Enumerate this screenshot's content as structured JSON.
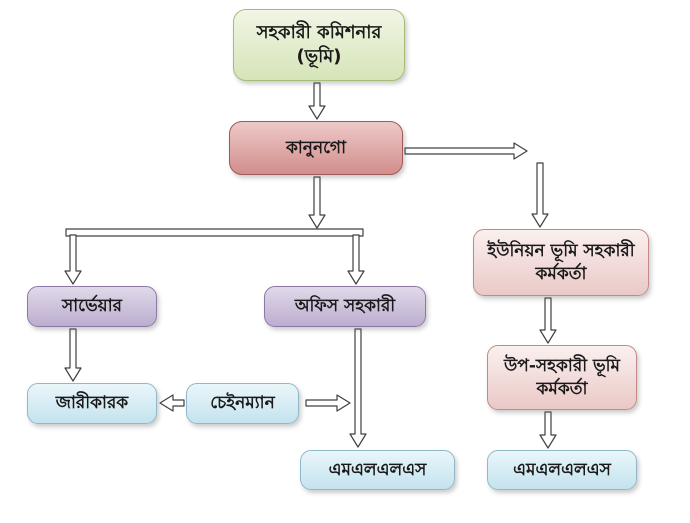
{
  "diagram": {
    "type": "org-flowchart",
    "nodes": {
      "assistant_commissioner": {
        "label": "সহকারী কমিশনার (ভূমি)"
      },
      "kanungo": {
        "label": "কানুনগো"
      },
      "union_land_assistant_officer": {
        "label": "ইউনিয়ন ভূমি সহকারী কর্মকর্তা"
      },
      "surveyor": {
        "label": "সার্ভেয়ার"
      },
      "office_assistant": {
        "label": "অফিস সহকারী"
      },
      "process_server": {
        "label": "জারীকারক"
      },
      "chainman": {
        "label": "চেইনম্যান"
      },
      "deputy_assistant_land_officer": {
        "label": "উপ-সহকারী ভূমি কর্মকর্তা"
      },
      "mlss_center": {
        "label": "এমএলএলএস"
      },
      "mlss_right": {
        "label": "এমএলএলএস"
      }
    },
    "edges": [
      "assistant_commissioner -> kanungo",
      "kanungo -> union_land_assistant_officer",
      "kanungo -> surveyor",
      "kanungo -> office_assistant",
      "surveyor -> process_server",
      "chainman -> process_server",
      "chainman -> mlss_center",
      "office_assistant -> mlss_center",
      "union_land_assistant_officer -> deputy_assistant_land_officer",
      "deputy_assistant_land_officer -> mlss_right"
    ],
    "colors": {
      "green_border": "#a6bd77",
      "green_top": "#f1f6e5",
      "green_bottom": "#d6e4b8",
      "rose_border": "#9e5a58",
      "rose_top": "#eec9c8",
      "rose_bottom": "#d18e8c",
      "pink_border": "#c18a88",
      "pink_top": "#faf0ef",
      "pink_bottom": "#eac9c7",
      "purple_border": "#8b79a9",
      "purple_top": "#e0d9ea",
      "purple_bottom": "#bcadce",
      "blue_border": "#8fb9ca",
      "blue_top": "#eaf6fa",
      "blue_bottom": "#c4e3ee",
      "arrow_stroke": "#404040",
      "arrow_fill": "#ffffff"
    }
  }
}
